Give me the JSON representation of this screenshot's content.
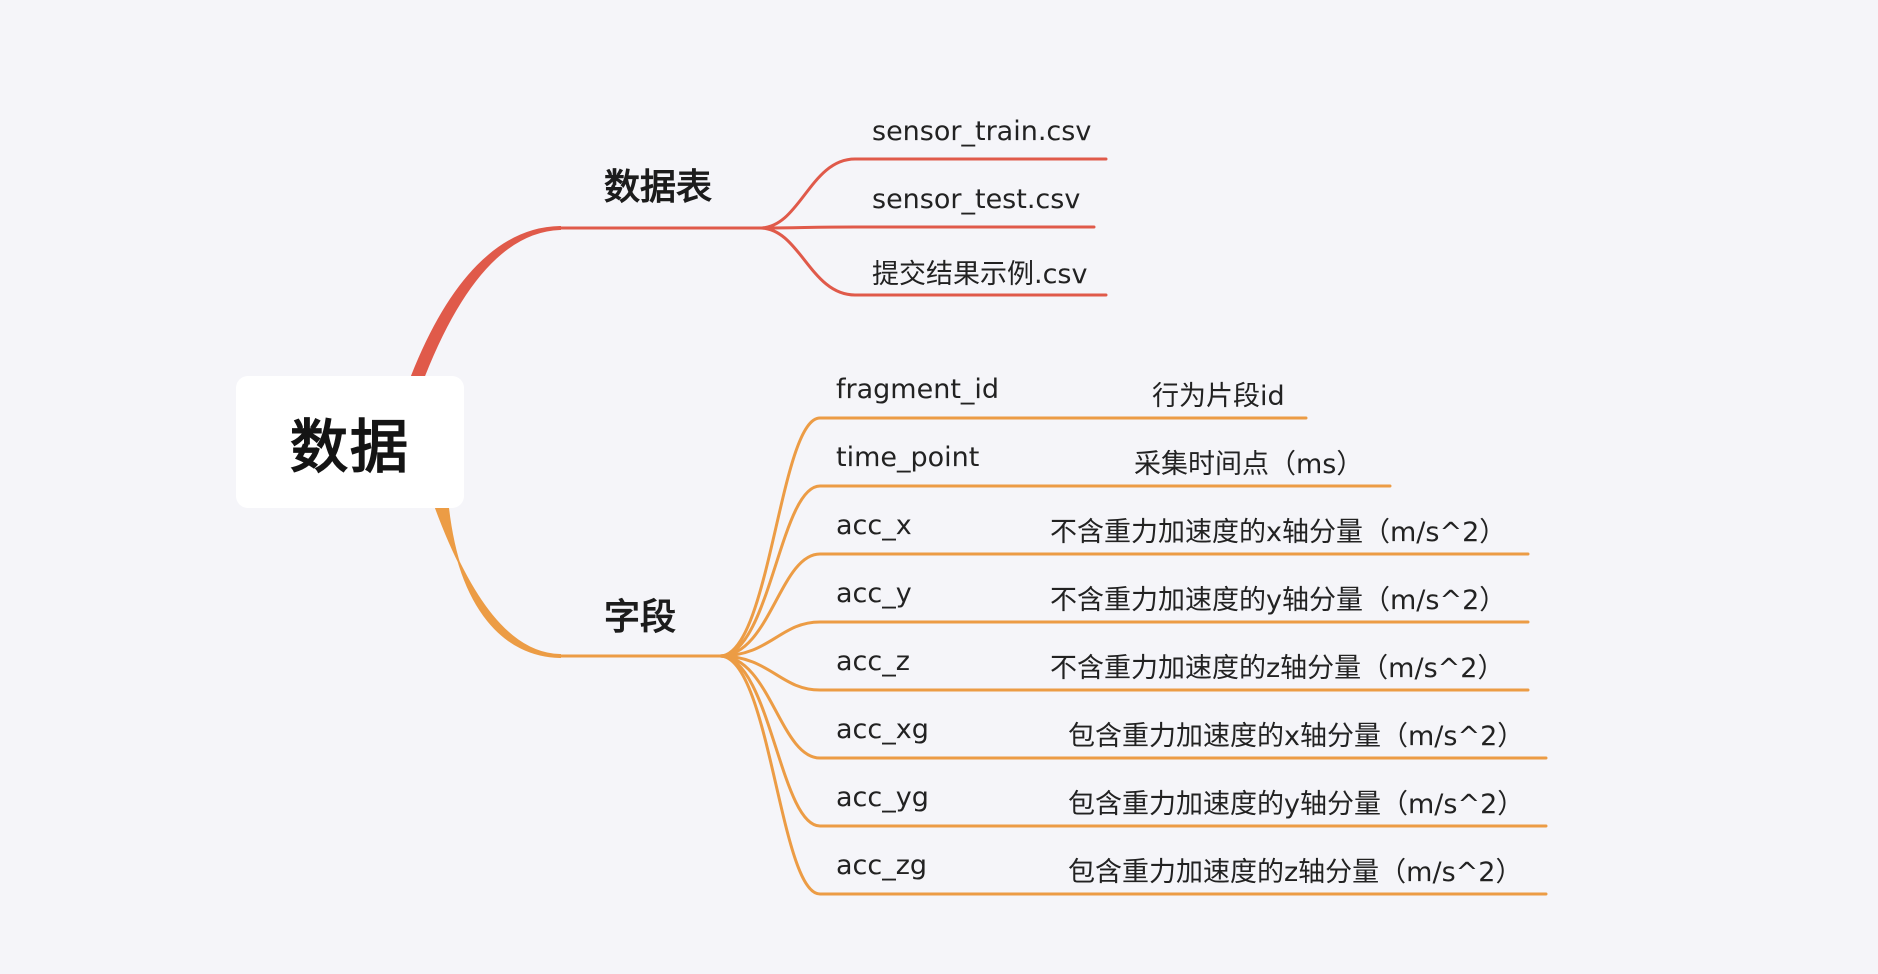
{
  "root": {
    "label": "数据"
  },
  "colors": {
    "tables_branch": "#e05a4a",
    "fields_branch": "#ec9c45",
    "background": "#f5f5f9"
  },
  "branches": [
    {
      "label": "数据表",
      "children": [
        {
          "label": "sensor_train.csv"
        },
        {
          "label": "sensor_test.csv"
        },
        {
          "label": "提交结果示例.csv"
        }
      ]
    },
    {
      "label": "字段",
      "children": [
        {
          "label": "fragment_id",
          "desc": "行为片段id"
        },
        {
          "label": "time_point",
          "desc": "采集时间点（ms）"
        },
        {
          "label": "acc_x",
          "desc": "不含重力加速度的x轴分量（m/s^2）"
        },
        {
          "label": "acc_y",
          "desc": "不含重力加速度的y轴分量（m/s^2）"
        },
        {
          "label": "acc_z",
          "desc": "不含重力加速度的z轴分量（m/s^2）"
        },
        {
          "label": "acc_xg",
          "desc": "包含重力加速度的x轴分量（m/s^2）"
        },
        {
          "label": "acc_yg",
          "desc": "包含重力加速度的y轴分量（m/s^2）"
        },
        {
          "label": "acc_zg",
          "desc": "包含重力加速度的z轴分量（m/s^2）"
        }
      ]
    }
  ]
}
